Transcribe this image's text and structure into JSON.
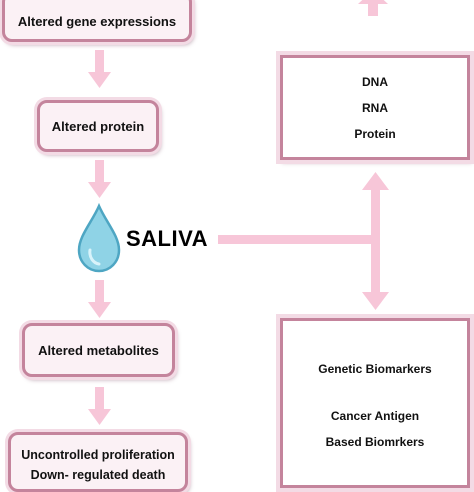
{
  "flow_left": {
    "box1": "Altered gene expressions",
    "box2": "Altered protein",
    "box3": "Altered metabolites",
    "box4_line1": "Uncontrolled proliferation",
    "box4_line2": "Down- regulated death"
  },
  "saliva_label": "SALIVA",
  "right_top_box": {
    "items": [
      "DNA",
      "RNA",
      "Protein"
    ]
  },
  "right_bottom_box": {
    "line1": "Genetic Biomarkers",
    "line2": "Cancer Antigen",
    "line3": "Based Biomrkers"
  },
  "colors": {
    "arrow": "#f7c6d8",
    "border": "#c4849c",
    "box_fill": "#fbf1f5",
    "drop_fill": "#8fd3e6",
    "drop_stroke": "#4ea6c3"
  }
}
